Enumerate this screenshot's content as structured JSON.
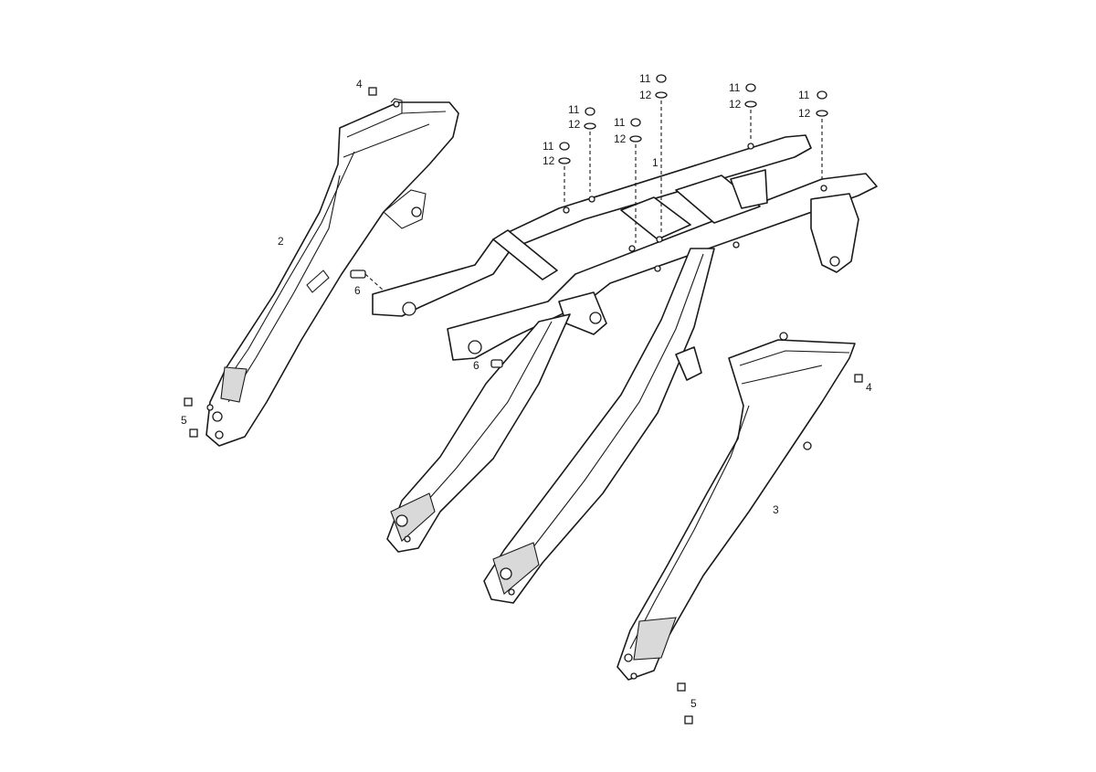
{
  "diagram": {
    "labels": {
      "frame": "1",
      "left_side_panel": "2",
      "right_side_panel": "3",
      "screw_upper_left": "4",
      "screw_right": "4",
      "bolt_lower_left": "5",
      "bolt_lower_right": "5",
      "pin_upper": "6",
      "pin_lower": "6",
      "nut": "11",
      "washer": "12"
    }
  }
}
